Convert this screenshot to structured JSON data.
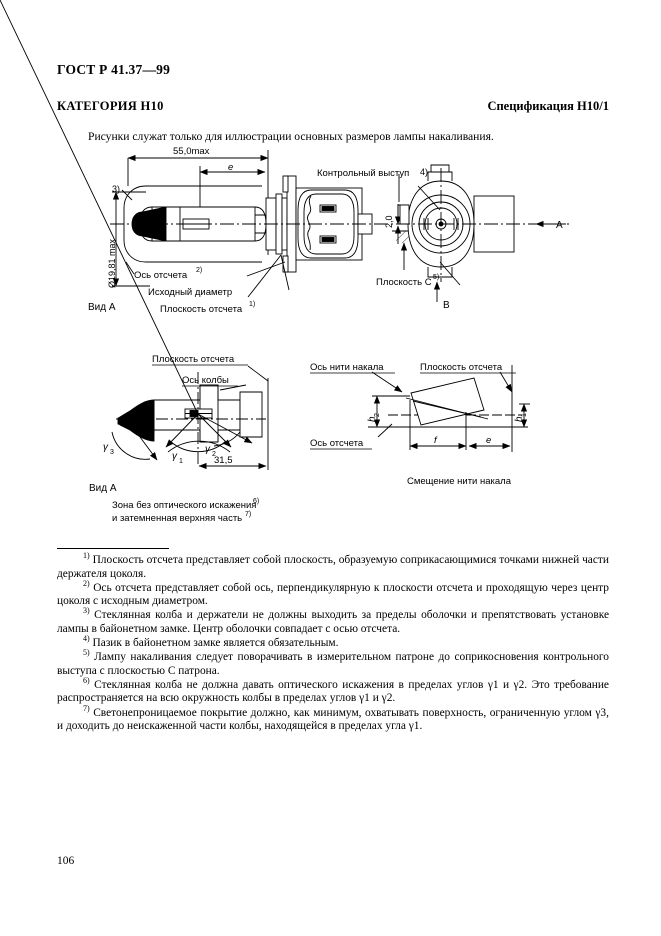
{
  "header": {
    "standard_code": "ГОСТ Р 41.37—99",
    "category": "КАТЕГОРИЯ H10",
    "specification": "Спецификация H10/1",
    "intro": "Рисунки служат только для иллюстрации  основных размеров лампы накаливания."
  },
  "figure_main": {
    "dim_length": "55,0max",
    "dim_e": "e",
    "dim_diameter": "Ø19,81 max",
    "dim_2_0": "2,0",
    "note3": "3)",
    "note4": "4)",
    "label_axis": "Ось отсчета",
    "label_axis_sup": "2)",
    "label_original_diameter": "Исходный диаметр",
    "label_reference_plane": "Плоскость отсчета",
    "label_reference_plane_sup": "1)",
    "label_control_tab": "Контрольный выступ",
    "label_plane_c": "Плоскость С",
    "label_plane_c_sup": "5)",
    "view_a": "Вид А",
    "arrow_a": "A",
    "arrow_b": "B"
  },
  "figure_view_a": {
    "label_reference_plane": "Плоскость отсчета",
    "label_bulb_axis": "Ось колбы",
    "angle_1": "γ",
    "angle_1_sub": "1",
    "angle_2": "γ",
    "angle_2_sub": "2",
    "angle_3": "γ",
    "angle_3_sub": "3",
    "dim_31_5": "31,5",
    "view_a": "Вид А",
    "caption_line1": "Зона без оптического искажения",
    "caption_line1_sup": "6)",
    "caption_line2": "и затемненная верхняя часть",
    "caption_line2_sup": "7)"
  },
  "figure_filament": {
    "label_filament_axis": "Ось нити накала",
    "label_reference_plane": "Плоскость отсчета",
    "label_reference_axis": "Ось отсчета",
    "dim_h1": "h",
    "dim_h1_sub": "1",
    "dim_h2": "h",
    "dim_h2_sub": "2",
    "dim_f": "f",
    "dim_e": "e",
    "caption": "Смещение нити накала"
  },
  "footnotes": [
    {
      "marker": "1)",
      "text": "Плоскость отсчета представляет собой плоскость, образуемую  соприкасающимися точками нижней части держателя цоколя."
    },
    {
      "marker": "2)",
      "text": "Ось отсчета представляет собой ось,  перпендикулярную к плоскости отсчета и проходящую через центр цоколя с исходным диаметром."
    },
    {
      "marker": "3)",
      "text": "Стеклянная колба и держатели не должны выходить за пределы оболочки и препятствовать установке лампы в байонетном замке. Центр оболочки совпадает с осью отсчета."
    },
    {
      "marker": "4)",
      "text": "Пазик в байонетном замке является обязательным."
    },
    {
      "marker": "5)",
      "text": "Лампу накаливания следует поворачивать в измерительном патроне до соприкосновения контрольного выступа с плоскостью С  патрона."
    },
    {
      "marker": "6)",
      "text": "Стеклянная колба не должна давать оптического искажения в пределах углов γ1 и γ2. Это требование распространяется на всю окружность колбы в пределах углов γ1 и γ2."
    },
    {
      "marker": "7)",
      "text": "Светонепроницаемое покрытие должно, как минимум, охватывать поверхность, ограниченную  углом γ3, и доходить до неискаженной части колбы, находящейся в пределах угла γ1."
    }
  ],
  "page_number": "106",
  "colors": {
    "ink": "#000000",
    "paper": "#ffffff"
  }
}
